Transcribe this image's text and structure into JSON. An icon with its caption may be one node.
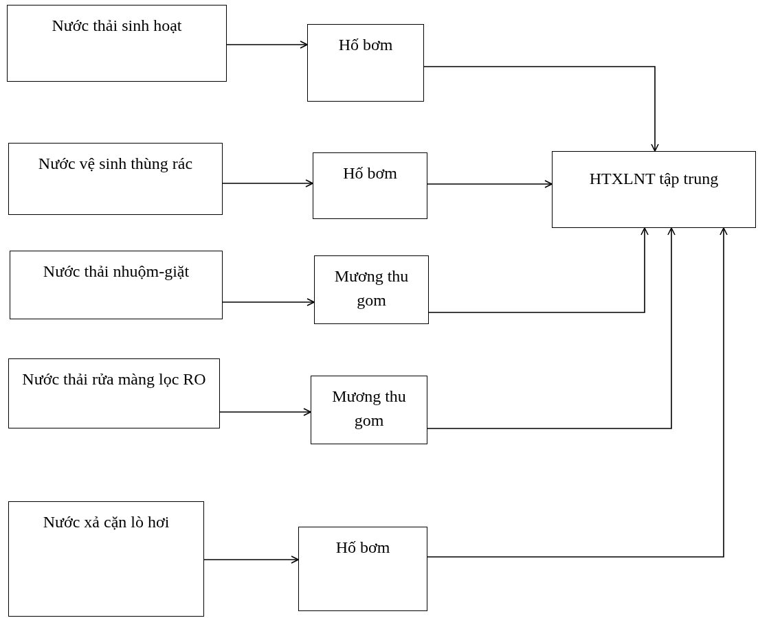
{
  "diagram": {
    "nodes": [
      {
        "text": [
          "Nước thải sinh hoạt"
        ]
      },
      {
        "text": [
          "Hố bơm"
        ]
      },
      {
        "text": [
          "Nước vệ sinh thùng rác"
        ]
      },
      {
        "text": [
          "Hố bơm"
        ]
      },
      {
        "text": [
          "HTXLNT tập trung"
        ]
      },
      {
        "text": [
          "Nước thải nhuộm-giặt"
        ]
      },
      {
        "text": [
          "Mương thu gom"
        ]
      },
      {
        "text": [
          "Nước thải rửa màng lọc RO"
        ]
      },
      {
        "text": [
          "Mương thu gom"
        ]
      },
      {
        "text": [
          "Nước xả cặn lò hơi"
        ]
      },
      {
        "text": [
          "Hố bơm"
        ]
      }
    ],
    "edges": [
      {
        "from": 0,
        "to": 1,
        "arrow": "to"
      },
      {
        "from": 1,
        "to": 4,
        "arrow": "to"
      },
      {
        "from": 2,
        "to": 3,
        "arrow": "to"
      },
      {
        "from": 3,
        "to": 4,
        "arrow": "to"
      },
      {
        "from": 5,
        "to": 6,
        "arrow": "to"
      },
      {
        "from": 6,
        "to": 4,
        "arrow": "to"
      },
      {
        "from": 7,
        "to": 8,
        "arrow": "to"
      },
      {
        "from": 8,
        "to": 4,
        "arrow": "to"
      },
      {
        "from": 9,
        "to": 10,
        "arrow": "to"
      },
      {
        "from": 10,
        "to": 4,
        "arrow": "to"
      }
    ]
  }
}
